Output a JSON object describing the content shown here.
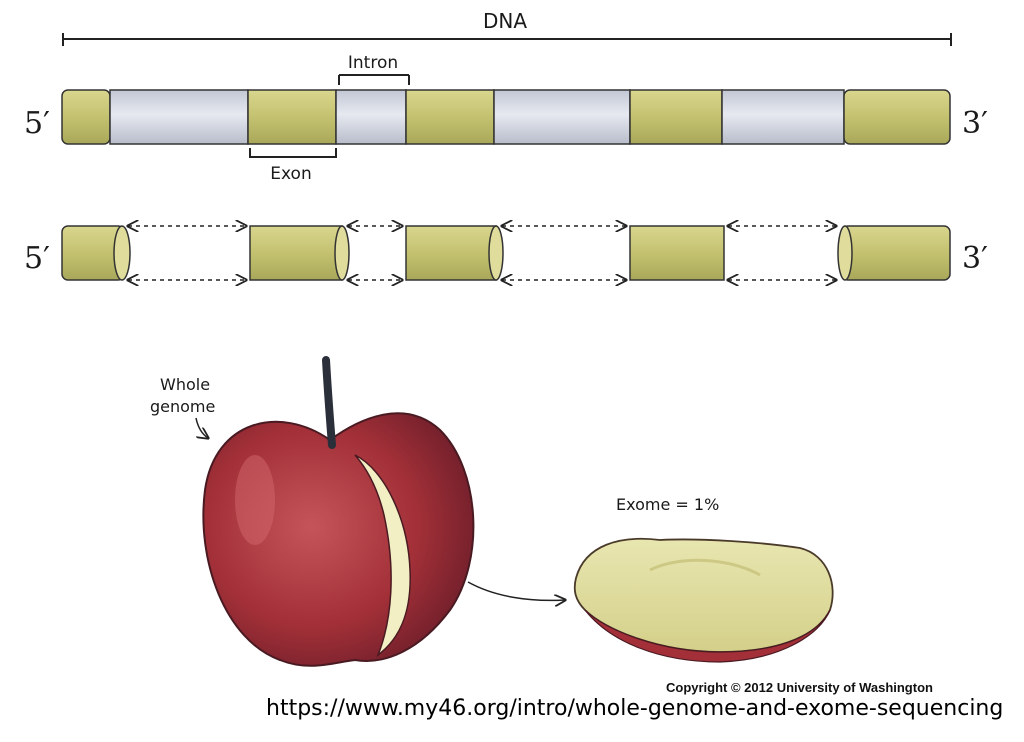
{
  "diagram": {
    "dna_label": "DNA",
    "intron_label": "Intron",
    "exon_label": "Exon",
    "five_prime_label": "5′",
    "three_prime_label": "3′",
    "whole_genome_label_line1": "Whole",
    "whole_genome_label_line2": "genome",
    "exome_label": "Exome = 1%",
    "copyright": "Copyright © 2012 University of Washington",
    "source_url": "https://www.my46.org/intro/whole-genome-and-exome-sequencing"
  },
  "colors": {
    "exon": "#c9c777",
    "intron": "#d6dae6",
    "apple_red": "#a8343c",
    "apple_flesh": "#e4e2a4"
  }
}
